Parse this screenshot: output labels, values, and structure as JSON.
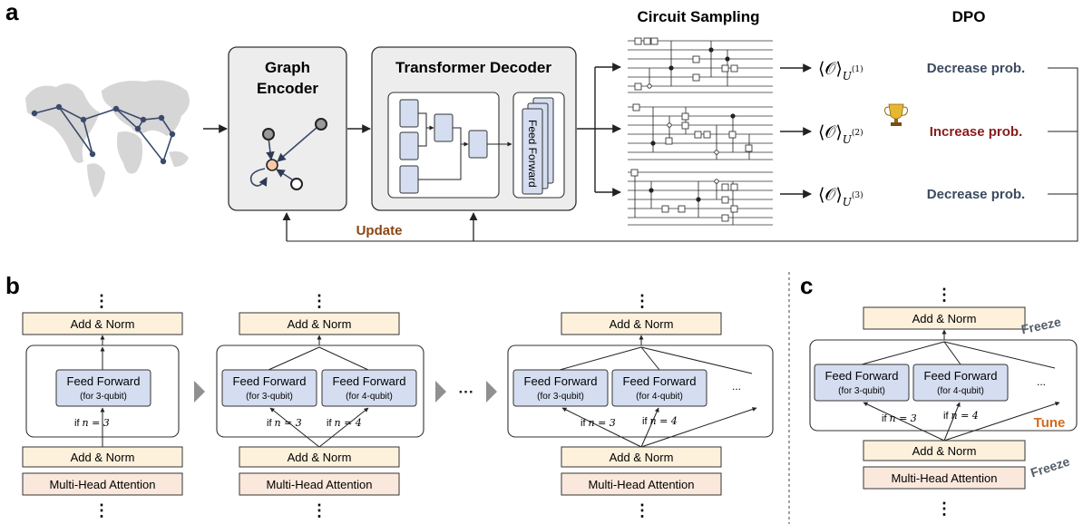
{
  "panel_labels": {
    "a": "a",
    "b": "b",
    "c": "c"
  },
  "top": {
    "graph_encoder": {
      "line1": "Graph",
      "line2": "Encoder"
    },
    "transformer_decoder": {
      "title": "Transformer Decoder",
      "feed_forward": "Feed Forward"
    },
    "circuit_sampling": "Circuit Sampling",
    "dpo": "DPO",
    "outputs": [
      {
        "expect": "⟨𝒪⟩",
        "sub": "U",
        "sup": "(1)",
        "label": "Decrease prob."
      },
      {
        "expect": "⟨𝒪⟩",
        "sub": "U",
        "sup": "(2)",
        "label": "Increase prob."
      },
      {
        "expect": "⟨𝒪⟩",
        "sub": "U",
        "sup": "(3)",
        "label": "Decrease prob."
      }
    ],
    "update": "Update",
    "colors": {
      "decrease": "#3b4a5e",
      "increase": "#8b1a1a",
      "update": "#8b4513",
      "node_orange": "#f6c8a8",
      "box_blue": "#d5def0"
    }
  },
  "blocks": {
    "add_norm": "Add & Norm",
    "mha": "Multi-Head Attention",
    "ff": "Feed Forward",
    "ff_3": "(for 3-qubit)",
    "ff_4": "(for 4-qubit)",
    "ellipsis": "...",
    "cond_3_if": "if",
    "cond_3": "n = 3",
    "cond_4_if": "if",
    "cond_4": "n = 4",
    "vdots": "⋮",
    "between": "···"
  },
  "panel_c": {
    "freeze_top": "Freeze",
    "freeze_bottom": "Freeze",
    "tune": "Tune",
    "colors": {
      "freeze": "#555e6a",
      "tune": "#d2691e"
    }
  }
}
